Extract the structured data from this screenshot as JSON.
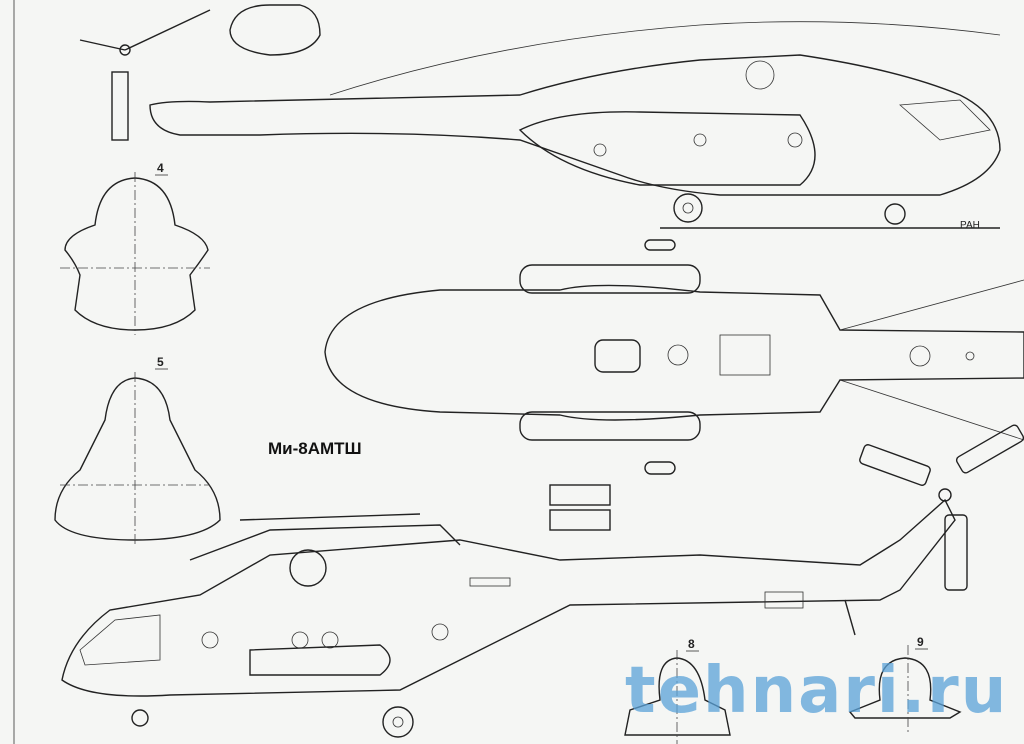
{
  "drawing": {
    "title": "Ми-8АМТШ",
    "section_labels": [
      "4",
      "5",
      "8",
      "9"
    ],
    "signature": "РАН",
    "watermark": "tehnari.ru",
    "colors": {
      "paper": "#f5f6f4",
      "ink": "#222222",
      "watermark": "#5ba3d9"
    }
  }
}
